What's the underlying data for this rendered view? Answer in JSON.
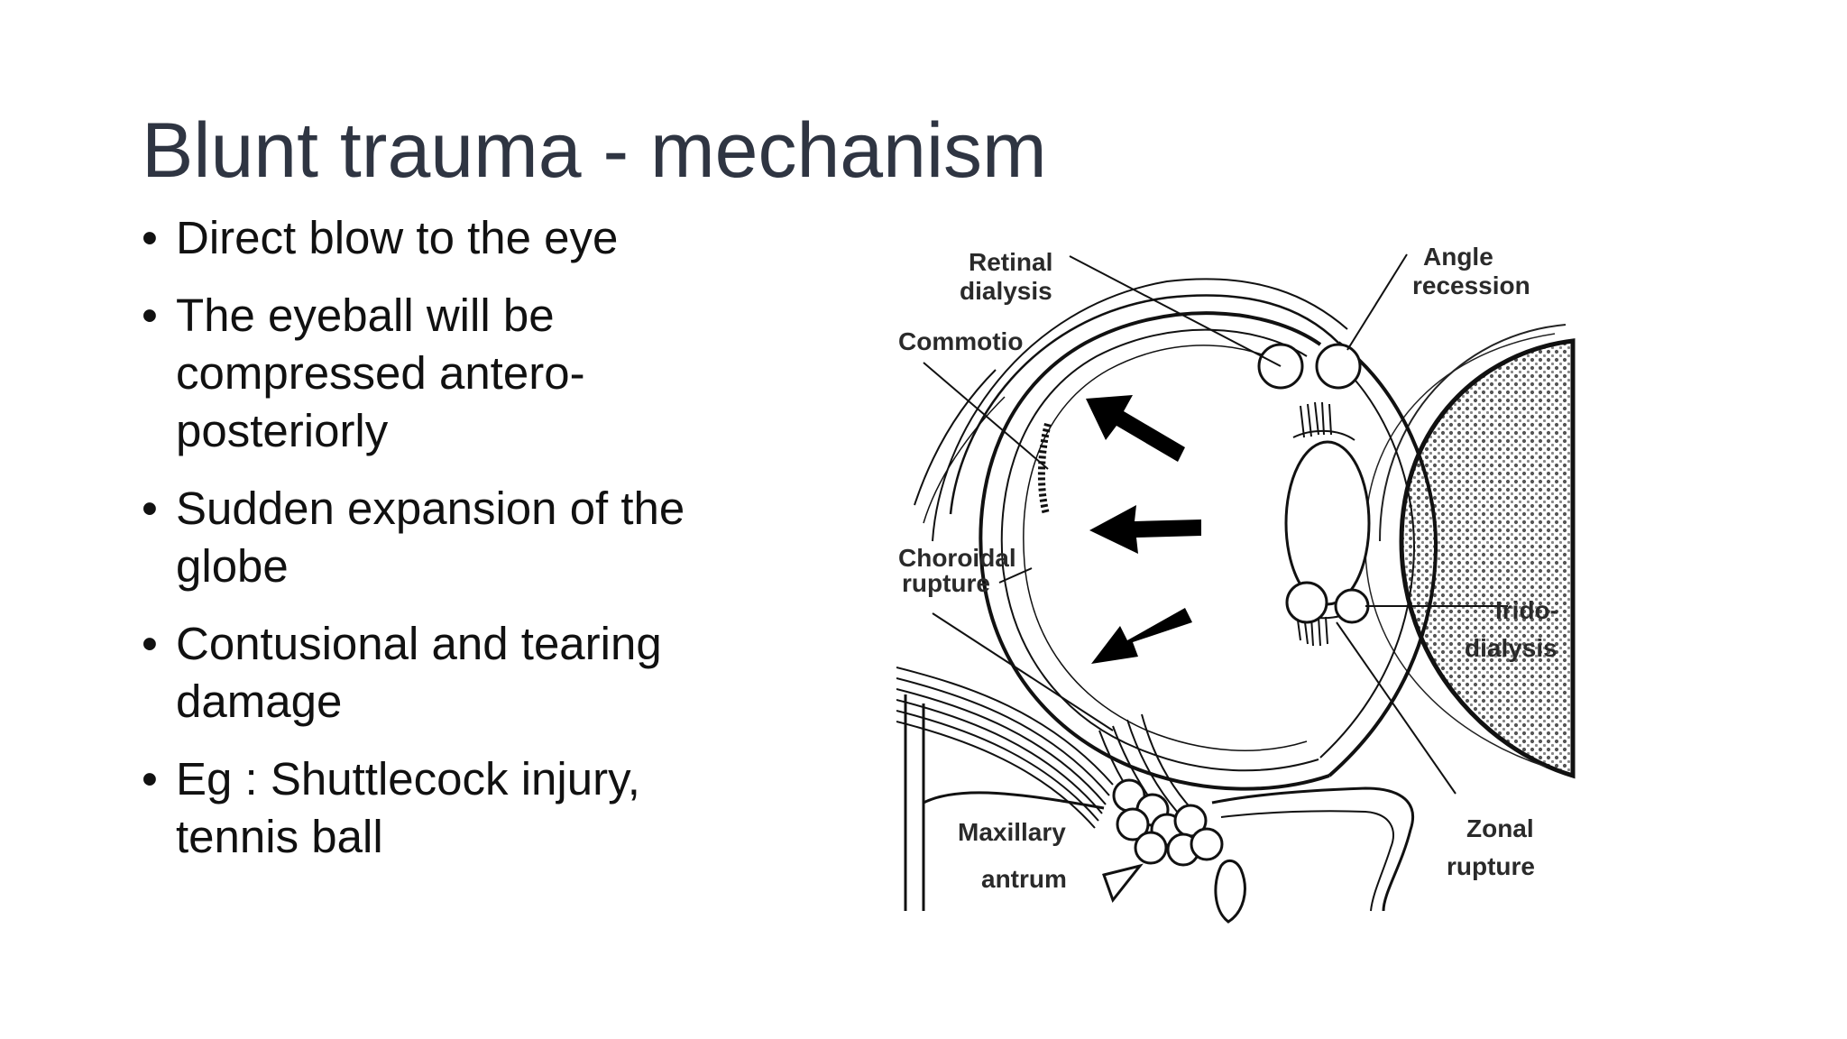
{
  "slide": {
    "title": "Blunt trauma - mechanism",
    "bullets": [
      {
        "line1": "Direct blow to the eye",
        "line2": "",
        "line3": ""
      },
      {
        "line1": "The eyeball will be",
        "line2": "compressed antero-",
        "line3": "posteriorly"
      },
      {
        "line1": "Sudden expansion of the",
        "line2": "globe",
        "line3": ""
      },
      {
        "line1": "Contusional and tearing",
        "line2": "damage",
        "line3": ""
      },
      {
        "line1": "Eg : Shuttlecock injury,",
        "line2": "tennis ball",
        "line3": ""
      }
    ],
    "bullet_symbol": "•"
  },
  "diagram": {
    "labels": {
      "retinal_1": "Retinal",
      "retinal_2": "dialysis",
      "angle_1": "Angle",
      "angle_2": "recession",
      "commotio": "Commotio",
      "choroidal_1": "Choroidal",
      "choroidal_2": "rupture",
      "irido_1": "Irido-",
      "irido_2": "dialysis",
      "maxillary_1": "Maxillary",
      "maxillary_2": "antrum",
      "zonal_1": "Zonal",
      "zonal_2": "rupture"
    }
  }
}
